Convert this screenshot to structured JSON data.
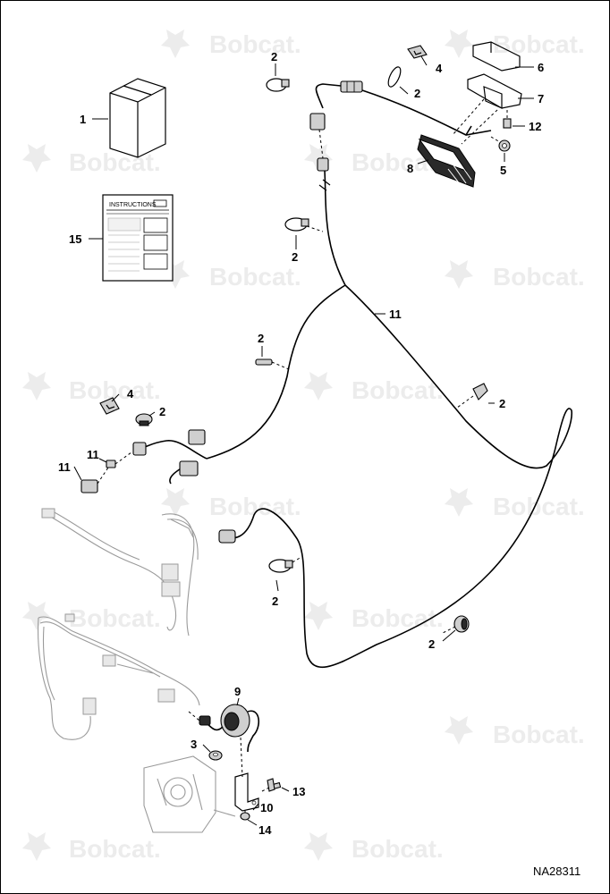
{
  "watermark": {
    "text": "Bobcat."
  },
  "instructions_sheet": {
    "title": "INSTRUCTIONS"
  },
  "drawing_number": "NA28311",
  "callouts": {
    "c1": "1",
    "c2a": "2",
    "c2b": "2",
    "c2c": "2",
    "c2d": "2",
    "c2e": "2",
    "c2f": "2",
    "c2g": "2",
    "c2h": "2",
    "c3": "3",
    "c4a": "4",
    "c4b": "4",
    "c5": "5",
    "c6": "6",
    "c7": "7",
    "c8": "8",
    "c9": "9",
    "c10": "10",
    "c11a": "11",
    "c11b": "11",
    "c11c": "11",
    "c12": "12",
    "c13": "13",
    "c14": "14",
    "c15": "15"
  },
  "colors": {
    "watermark": "#ececec",
    "line": "#000000",
    "ghost": "#9a9a9a"
  }
}
